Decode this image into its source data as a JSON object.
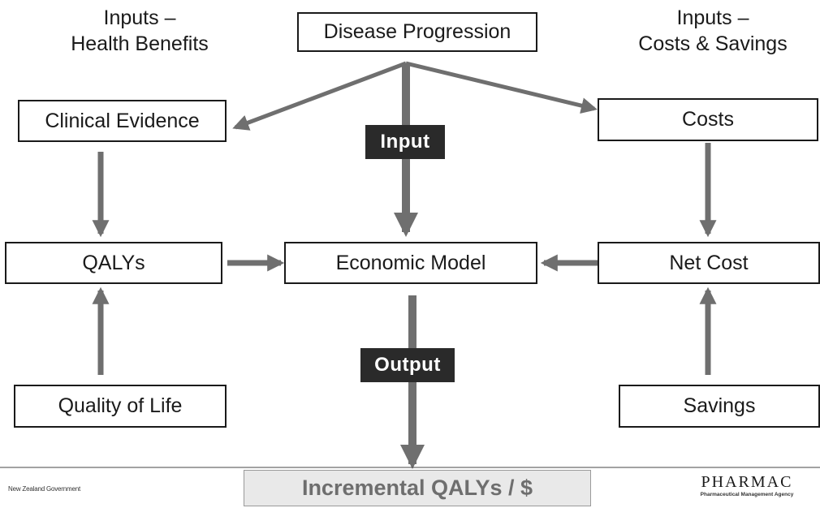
{
  "headings": {
    "left_line1": "Inputs –",
    "left_line2": "Health Benefits",
    "right_line1": "Inputs –",
    "right_line2": "Costs & Savings"
  },
  "boxes": {
    "disease_progression": "Disease Progression",
    "clinical_evidence": "Clinical Evidence",
    "costs": "Costs",
    "qalys": "QALYs",
    "economic_model": "Economic Model",
    "net_cost": "Net Cost",
    "quality_of_life": "Quality of Life",
    "savings": "Savings",
    "result": "Incremental QALYs / $"
  },
  "tags": {
    "input": "Input",
    "output": "Output"
  },
  "footer": {
    "government": "New Zealand Government",
    "agency": "PHARMAC",
    "agency_subtitle": "Pharmaceutical Management Agency"
  },
  "colors": {
    "arrow": "#6f6f6f",
    "tag_bg": "#2a2a2a",
    "result_bg": "#e9e9e9"
  }
}
